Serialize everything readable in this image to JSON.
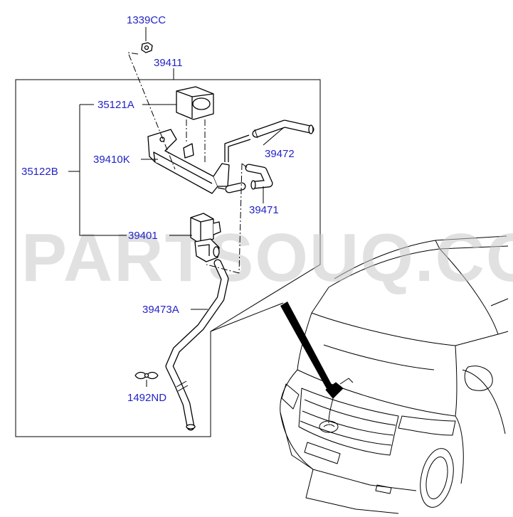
{
  "watermark": "PARTSOUQ.COM",
  "callouts": {
    "c1339CC": "1339CC",
    "c39411": "39411",
    "c35121A": "35121A",
    "c39472": "39472",
    "c39410K": "39410K",
    "c35122B": "35122B",
    "c39471": "39471",
    "c39401": "39401",
    "c39473A": "39473A",
    "c1492ND": "1492ND"
  },
  "colors": {
    "callout_text": "#2323c8",
    "line": "#000000",
    "watermark": "#c8c8c8"
  }
}
